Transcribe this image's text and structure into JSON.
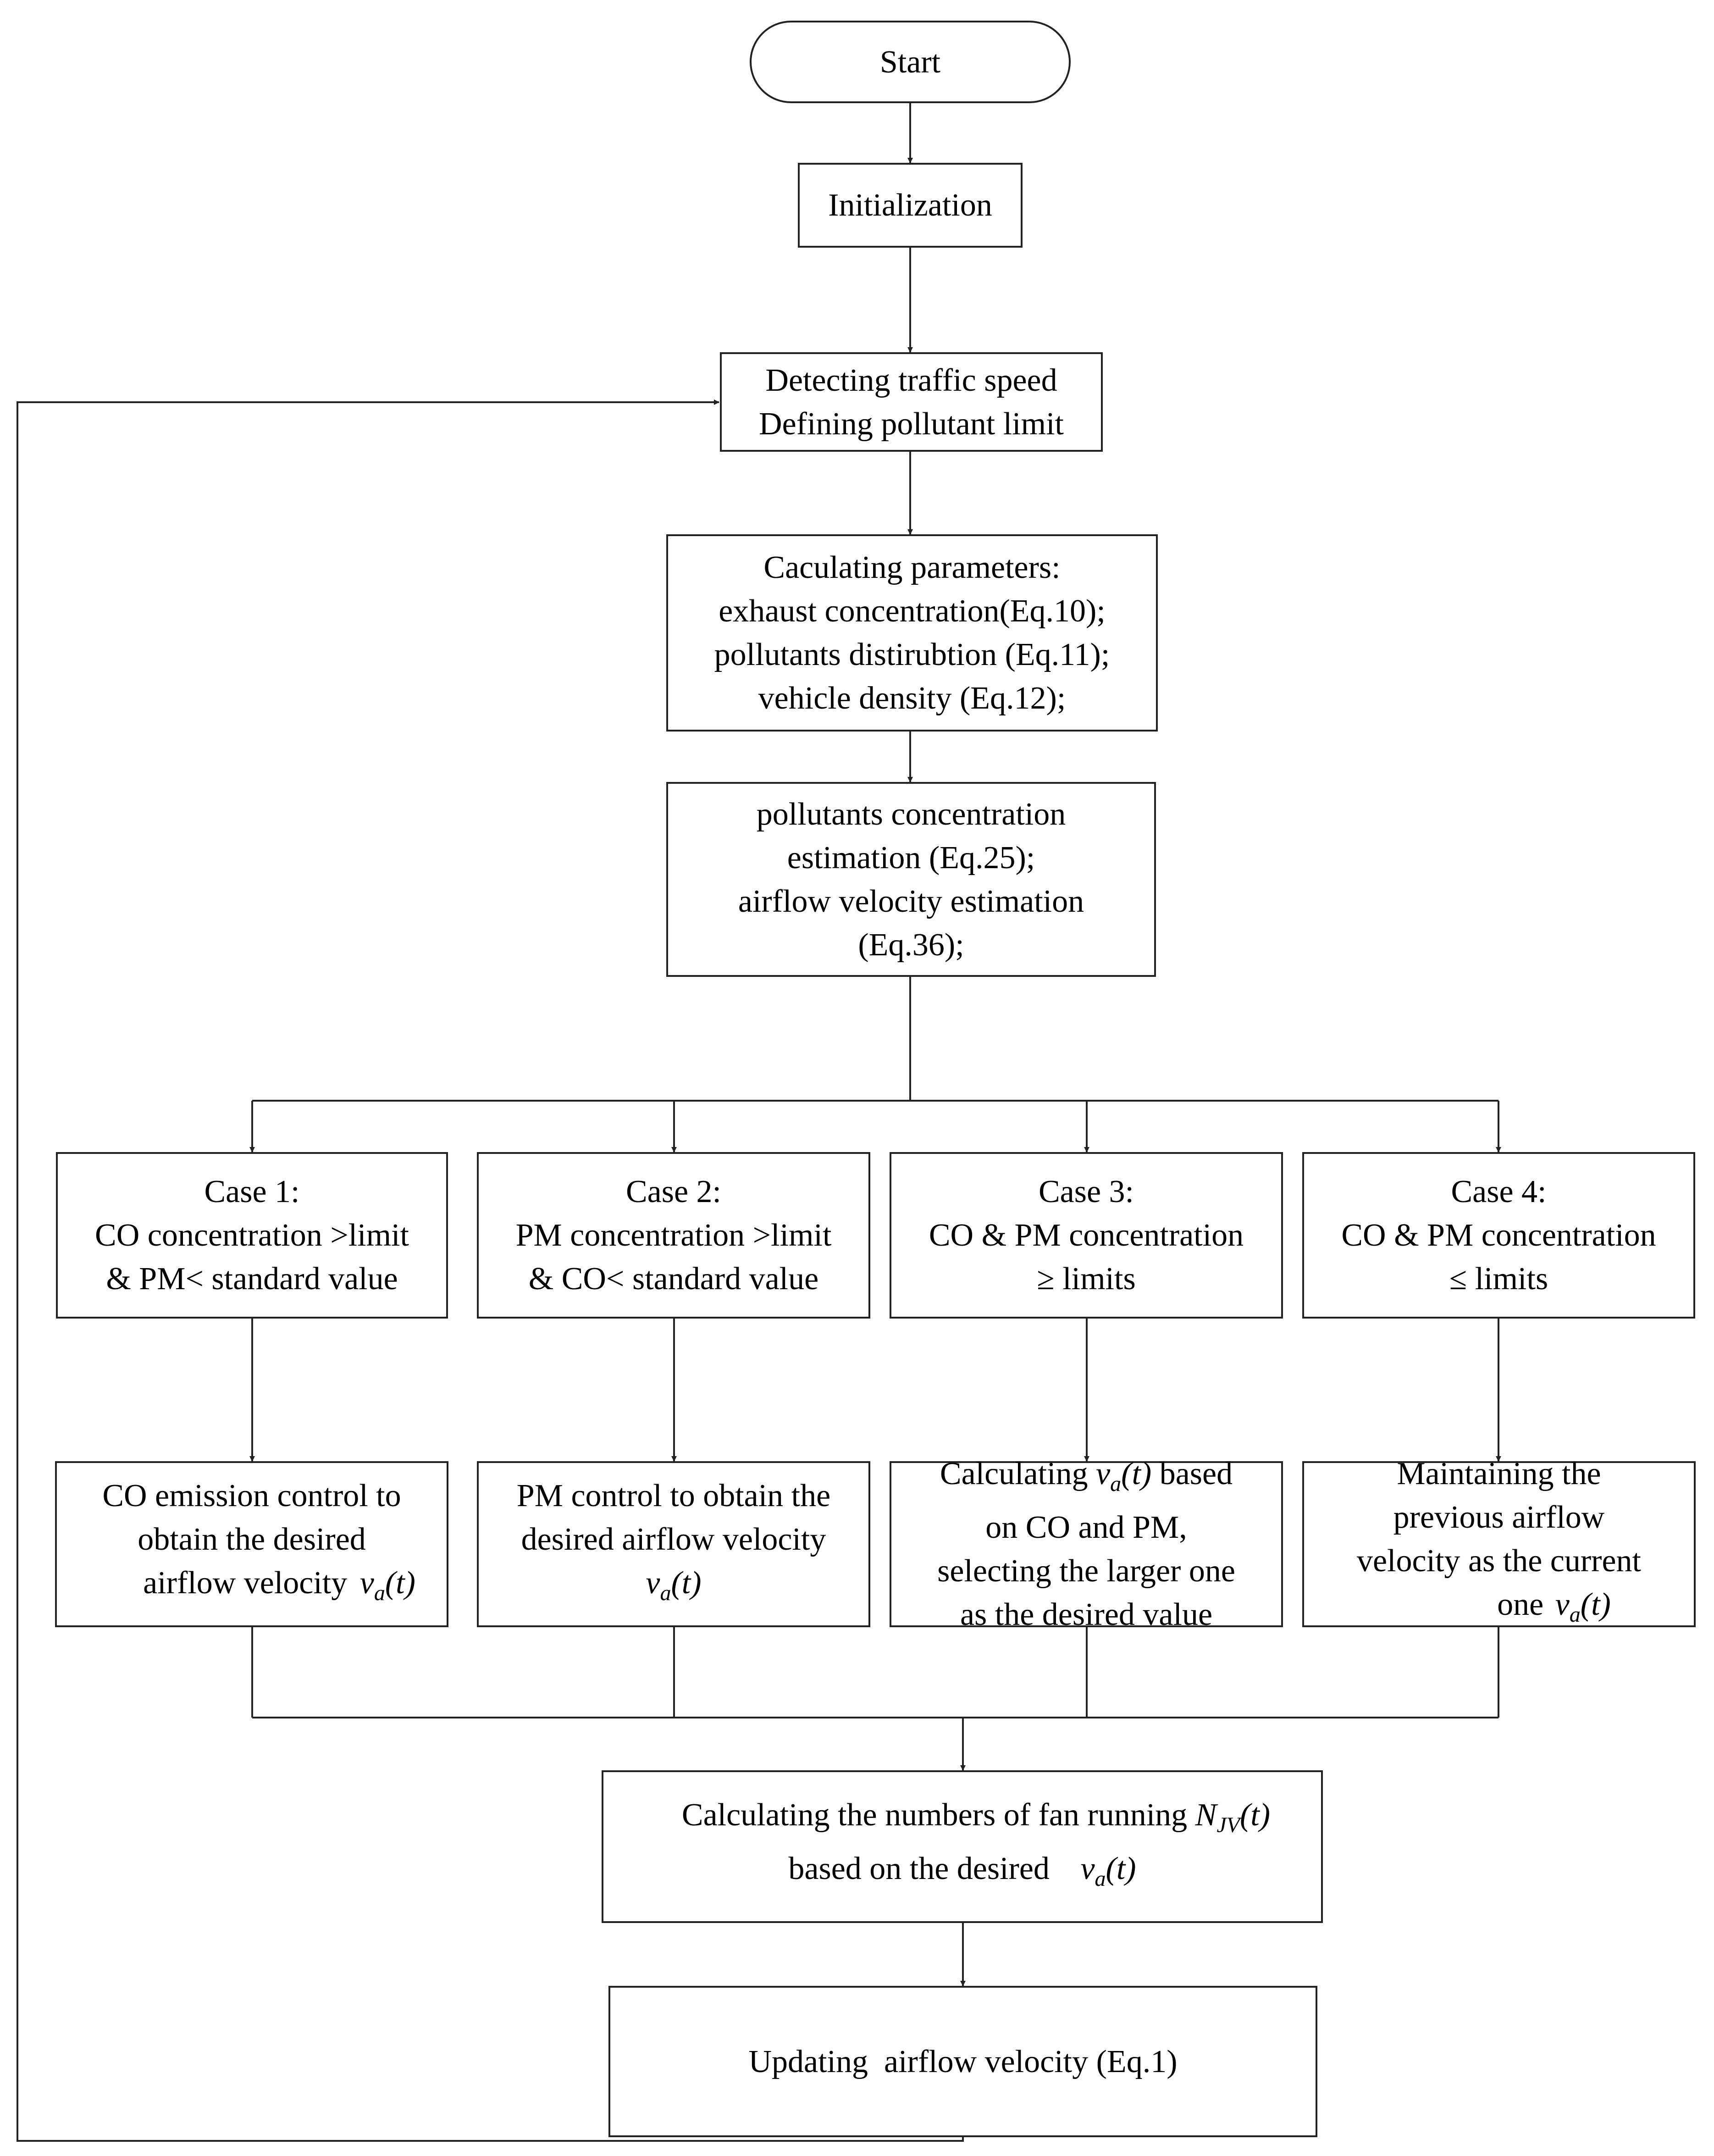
{
  "colors": {
    "stroke": "#222222",
    "text": "#000000",
    "background": "#ffffff"
  },
  "nodes": {
    "start": {
      "label": "Start"
    },
    "init": {
      "label": "Initialization"
    },
    "detect": {
      "lines": [
        "Detecting traffic speed",
        "Defining pollutant limit"
      ]
    },
    "calc": {
      "lines": [
        "Caculating parameters:",
        "exhaust concentration(Eq.10);",
        "pollutants distirubtion (Eq.11);",
        "vehicle density (Eq.12);"
      ]
    },
    "estimate": {
      "lines": [
        "pollutants concentration",
        "estimation (Eq.25);",
        "airflow velocity estimation",
        "(Eq.36);"
      ]
    },
    "case1": {
      "lines": [
        "Case 1:",
        "CO concentration >limit",
        "& PM< standard value"
      ]
    },
    "case2": {
      "lines": [
        "Case 2:",
        "PM concentration >limit",
        "& CO< standard value"
      ]
    },
    "case3": {
      "lines": [
        "Case 3:",
        "CO & PM concentration",
        "≥ limits"
      ]
    },
    "case4": {
      "lines": [
        "Case 4:",
        "CO & PM concentration",
        "≤ limits"
      ]
    },
    "act1": {
      "line1": "CO emission control to",
      "line2": "obtain the desired",
      "line3": "airflow velocity",
      "var": "v",
      "sub": "a",
      "arg": "(t)"
    },
    "act2": {
      "line1": "PM control to obtain the",
      "line2": "desired airflow velocity",
      "var": "v",
      "sub": "a",
      "arg": "(t)"
    },
    "act3": {
      "pre": "Calculating",
      "var": "v",
      "sub": "a",
      "arg": "(t)",
      "post": "based",
      "line2": "on CO and PM,",
      "line3": "selecting the larger one",
      "line4": "as the desired value"
    },
    "act4": {
      "line1": "Maintaining the",
      "line2": "previous airflow",
      "line3": "velocity as the current",
      "pre4": "one",
      "var": "v",
      "sub": "a",
      "arg": "(t)"
    },
    "fans": {
      "line1": "Calculating the numbers of fan running",
      "nvar": "N",
      "nsub": "JV",
      "narg": "(t)",
      "pre2": "based on the desired",
      "var": "v",
      "sub": "a",
      "arg": "(t)"
    },
    "update": {
      "label": "Updating  airflow velocity (Eq.1)"
    }
  }
}
